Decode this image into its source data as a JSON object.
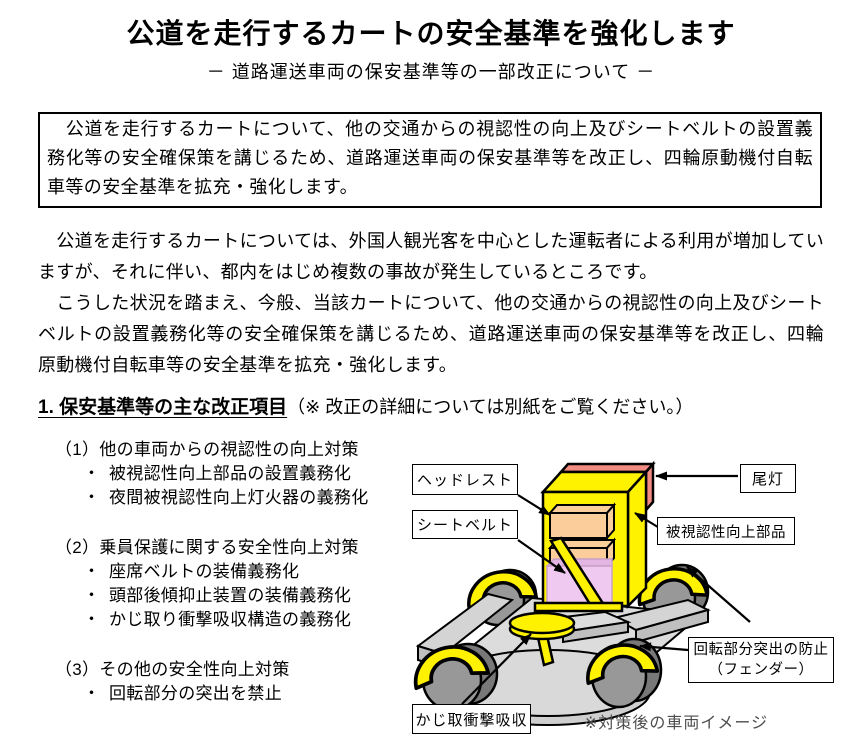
{
  "page": {
    "title": "公道を走行するカートの安全基準を強化します",
    "subtitle": "－ 道路運送車両の保安基準等の一部改正について －"
  },
  "summary_box": {
    "text": "　公道を走行するカートについて、他の交通からの視認性の向上及びシートベルトの設置義務化等の安全確保策を講じるため、道路運送車両の保安基準等を改正し、四輪原動機付自転車等の安全基準を拡充・強化します。"
  },
  "body": {
    "paragraph1": "　公道を走行するカートについては、外国人観光客を中心とした運転者による利用が増加していますが、それに伴い、都内をはじめ複数の事故が発生しているところです。",
    "paragraph2": "　こうした状況を踏まえ、今般、当該カートについて、他の交通からの視認性の向上及びシートベルトの設置義務化等の安全確保策を講じるため、道路運送車両の保安基準等を改正し、四輪原動機付自転車等の安全基準を拡充・強化します。"
  },
  "section1": {
    "heading_main": "1. 保安基準等の主な改正項目",
    "heading_note": "（※ 改正の詳細については別紙をご覧ください。）",
    "bullet": "・",
    "groups": [
      {
        "title": "（1）他の車両からの視認性の向上対策",
        "items": [
          "被視認性向上部品の設置義務化",
          "夜間被視認性向上灯火器の義務化"
        ]
      },
      {
        "title": "（2）乗員保護に関する安全性向上対策",
        "items": [
          "座席ベルトの装備義務化",
          "頭部後傾抑止装置の装備義務化",
          "かじ取り衝撃吸収構造の義務化"
        ]
      },
      {
        "title": "（3）その他の安全性向上対策",
        "items": [
          "回転部分の突出を禁止"
        ]
      }
    ]
  },
  "diagram": {
    "labels": {
      "headrest": "ヘッドレスト",
      "seatbelt": "シートベルト",
      "taillight": "尾灯",
      "visibility_part": "被視認性向上部品",
      "fender_line1": "回転部分突出の防止",
      "fender_line2": "（フェンダー）",
      "steering": "かじ取衝撃吸収"
    },
    "caption": "※対策後の車両イメージ",
    "colors": {
      "body_yellow": "#FFF200",
      "taillight_salmon": "#F28B82",
      "headrest_orange": "#FACD9B",
      "seat_pink": "#EFC9EF",
      "seat_pink_edge": "#E3B5E3",
      "chassis_gray": "#DCDCDC",
      "chassis_gray_dark": "#BFBFBF",
      "rail_gray": "#D4D4D4",
      "pan_gray": "#D9D9D9",
      "pan_gray_dark": "#CFCFCF",
      "wheel_gray": "#989898",
      "wheel_gray_dark": "#787878",
      "outline_black": "#000000"
    }
  }
}
